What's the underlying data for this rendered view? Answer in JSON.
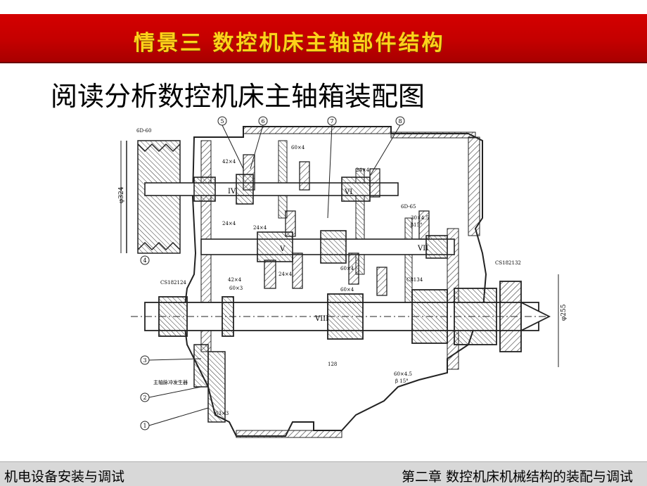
{
  "slide": {
    "banner_title": "情景三 数控机床主轴部件结构",
    "subtitle": "阅读分析数控机床主轴箱装配图",
    "footer_left": "机电设备安装与调试",
    "footer_right": "第二章  数控机床机械结构的装配与调试"
  },
  "drawing": {
    "balloons": [
      "5",
      "6",
      "7",
      "8",
      "4",
      "3",
      "2",
      "1"
    ],
    "shafts": [
      "IV",
      "VI",
      "V",
      "VII",
      "VIII"
    ],
    "labels": [
      "6D-60",
      "60×4",
      "42×4",
      "24×4",
      "24×4",
      "24×4",
      "24×4",
      "42×4",
      "60×3",
      "60×4",
      "60×4",
      "30×4.5",
      "β15°",
      "CS182132",
      "CS182124",
      "C8134",
      "128",
      "60×4.5",
      "β 15°",
      "6D-65",
      "主轴脉冲发生器",
      "63×3",
      "VIII"
    ],
    "dims": [
      "φ324",
      "φ255"
    ]
  },
  "colors": {
    "banner": "#c40000",
    "banner_text": "#ffd21a",
    "footer_bg": "#d8d8d8"
  }
}
